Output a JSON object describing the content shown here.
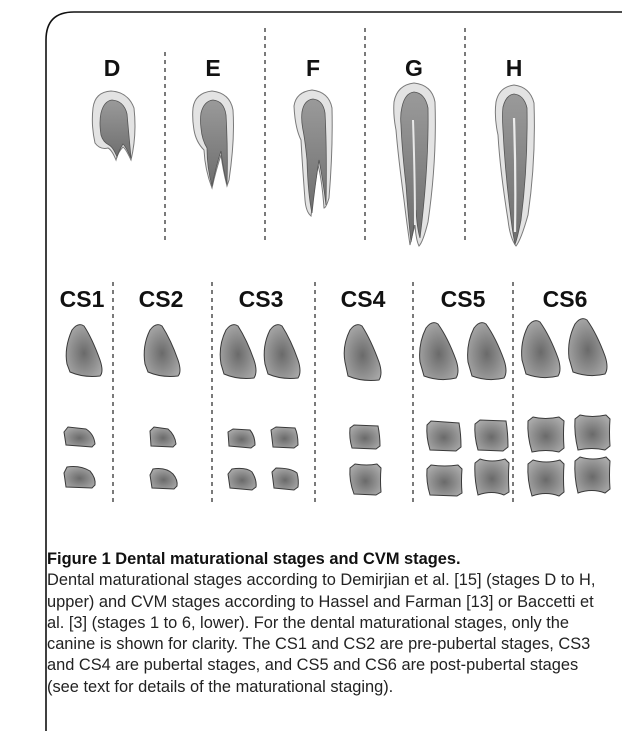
{
  "figure": {
    "dental_stages": [
      "D",
      "E",
      "F",
      "G",
      "H"
    ],
    "cvm_stages": [
      "CS1",
      "CS2",
      "CS3",
      "CS4",
      "CS5",
      "CS6"
    ],
    "caption_title": "Figure 1 Dental maturational stages and CVM stages.",
    "caption_body": "Dental maturational stages according to Demirjian et al. [15] (stages D to H, upper) and CVM stages according to Hassel and Farman [13] or Baccetti et al. [3] (stages 1 to 6, lower). For the dental maturational stages, only the canine is shown for clarity. The CS1 and CS2 are pre-pubertal stages, CS3 and CS4 are pubertal stages, and CS5 and CS6 are post-pubertal stages (see text for details of the maturational staging)."
  },
  "colors": {
    "tooth_outer": "#e3e3e3",
    "tooth_inner": "#8f8f8f",
    "vertebra_fill": "#8c8c8c",
    "divider": "#333333",
    "frame": "#111111"
  }
}
